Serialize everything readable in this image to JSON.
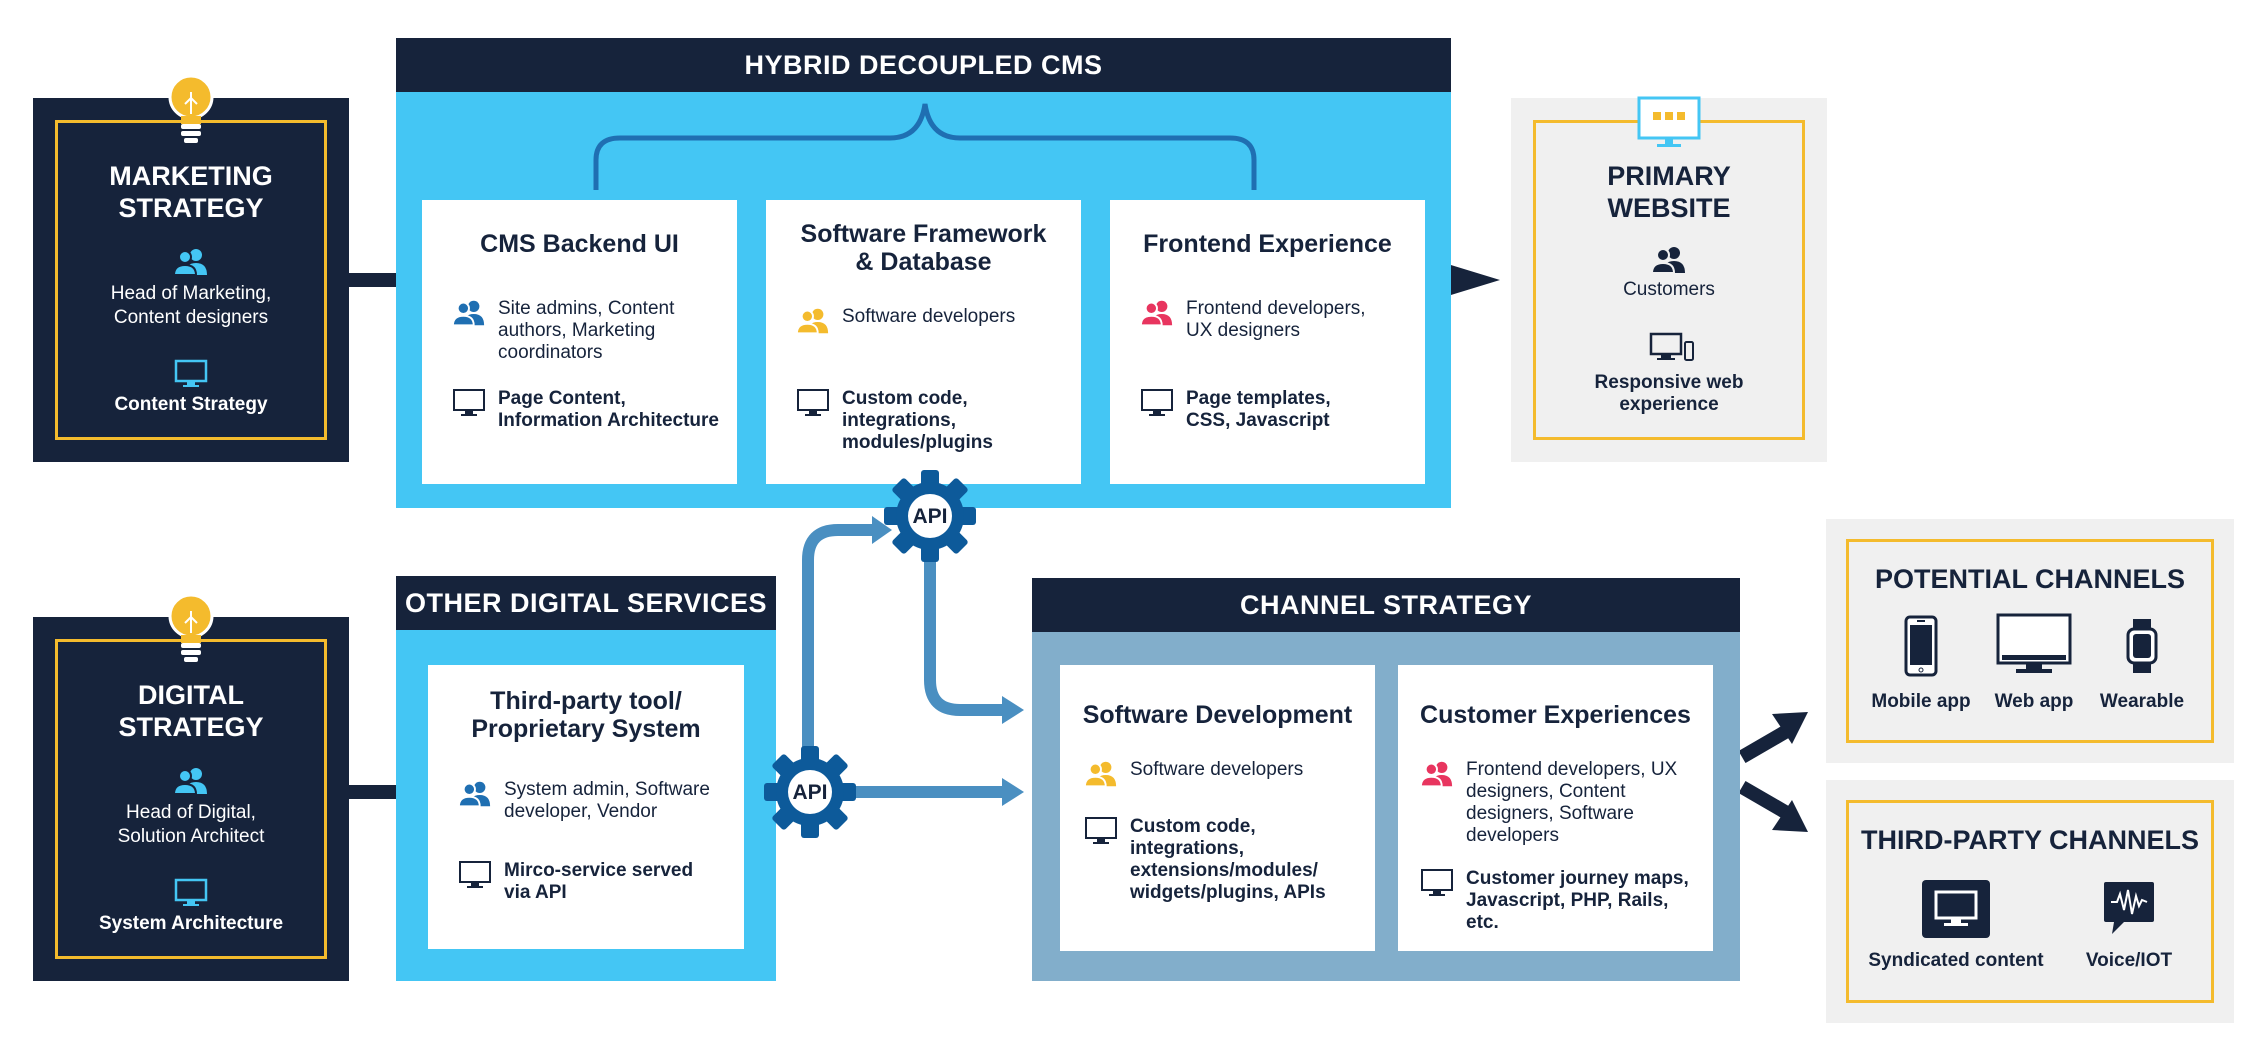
{
  "colors": {
    "navy": "#16233b",
    "cyan": "#44c6f4",
    "steel": "#82aecb",
    "yellow": "#f4bb2d",
    "blue_people": "#1f6fb2",
    "yellow_people": "#f4bb2d",
    "pink_people": "#e8355f",
    "light_grey": "#f0f0f0"
  },
  "marketing_strategy": {
    "title": "MARKETING STRATEGY",
    "people_icon": "people-icon",
    "people": "Head of Marketing, Content designers",
    "focus_icon": "monitor-icon",
    "focus": "Content Strategy"
  },
  "digital_strategy": {
    "title": "DIGITAL STRATEGY",
    "people_icon": "people-icon",
    "people": "Head of Digital, Solution Architect",
    "focus_icon": "monitor-icon",
    "focus": "System Architecture"
  },
  "hybrid_cms": {
    "title": "HYBRID DECOUPLED CMS",
    "cards": [
      {
        "title": "CMS Backend UI",
        "people_icon": "people-icon",
        "people": "Site admins, Content authors, Marketing coordinators",
        "deliverable_icon": "monitor-icon",
        "deliverable": "Page Content, Information Architecture"
      },
      {
        "title": "Software Framework & Database",
        "people_icon": "people-icon",
        "people": "Software developers",
        "deliverable_icon": "monitor-icon",
        "deliverable": "Custom code, integrations, modules/plugins"
      },
      {
        "title": "Frontend Experience",
        "people_icon": "people-icon",
        "people": "Frontend developers, UX designers",
        "deliverable_icon": "monitor-icon",
        "deliverable": "Page templates, CSS, Javascript"
      }
    ]
  },
  "primary_website": {
    "title": "PRIMARY WEBSITE",
    "people": "Customers",
    "experience": "Responsive web experience"
  },
  "other_digital_services": {
    "title": "OTHER DIGITAL SERVICES",
    "card": {
      "title": "Third-party tool/ Proprietary System",
      "people": "System admin, Software developer, Vendor",
      "deliverable": "Mirco-service served via API"
    }
  },
  "api_labels": [
    "API",
    "API"
  ],
  "channel_strategy": {
    "title": "CHANNEL STRATEGY",
    "cards": [
      {
        "title": "Software Development",
        "people": "Software developers",
        "deliverable": "Custom code, integrations, extensions/modules/ widgets/plugins, APIs"
      },
      {
        "title": "Customer Experiences",
        "people": "Frontend developers, UX designers, Content designers, Software developers",
        "deliverable": "Customer journey maps, Javascript, PHP, Rails, etc."
      }
    ]
  },
  "potential_channels": {
    "title": "POTENTIAL CHANNELS",
    "items": [
      {
        "label": "Mobile app",
        "icon": "mobile-icon"
      },
      {
        "label": "Web app",
        "icon": "desktop-icon"
      },
      {
        "label": "Wearable",
        "icon": "watch-icon"
      }
    ]
  },
  "third_party_channels": {
    "title": "THIRD-PARTY CHANNELS",
    "items": [
      {
        "label": "Syndicated content",
        "icon": "syndicated-monitor-icon"
      },
      {
        "label": "Voice/IOT",
        "icon": "voice-icon"
      }
    ]
  }
}
